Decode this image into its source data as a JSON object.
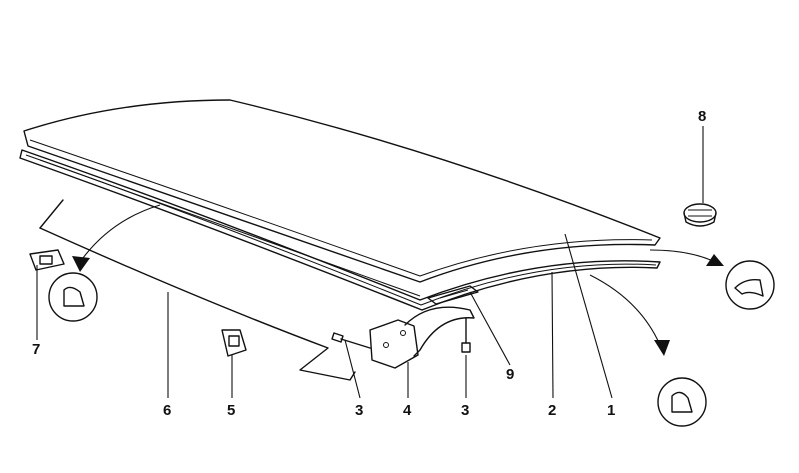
{
  "diagram": {
    "callouts": [
      {
        "id": "c1",
        "label": "1"
      },
      {
        "id": "c2",
        "label": "2"
      },
      {
        "id": "c3a",
        "label": "3"
      },
      {
        "id": "c3b",
        "label": "3"
      },
      {
        "id": "c4",
        "label": "4"
      },
      {
        "id": "c5",
        "label": "5"
      },
      {
        "id": "c6",
        "label": "6"
      },
      {
        "id": "c7",
        "label": "7"
      },
      {
        "id": "c8",
        "label": "8"
      },
      {
        "id": "c9",
        "label": "9"
      }
    ],
    "icons": [
      "trunk-lid-icon",
      "seal-strip-icon",
      "hinge-icon",
      "bolt-icon",
      "clip-icon",
      "support-rod-icon",
      "grommet-icon",
      "seal-profile-detail-icon"
    ]
  }
}
